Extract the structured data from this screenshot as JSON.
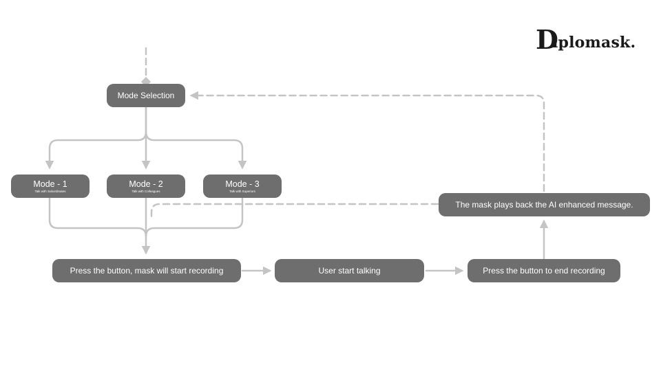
{
  "logo": {
    "initial": "D",
    "rest": "iplomask."
  },
  "nodes": {
    "mode_selection": "Mode Selection",
    "mode1": {
      "title": "Mode - 1",
      "subtitle": "Talk with Subordinates"
    },
    "mode2": {
      "title": "Mode - 2",
      "subtitle": "Talk with Colleagues"
    },
    "mode3": {
      "title": "Mode - 3",
      "subtitle": "Talk with Superiors"
    },
    "start_recording": "Press the button, mask will start recording",
    "user_talking": "User start talking",
    "end_recording": "Press the button to end recording",
    "playback": "The mask plays back the AI enhanced message."
  },
  "colors": {
    "node": "#6e6e6e",
    "connector": "#c4c4c4",
    "text": "#ffffff",
    "logo": "#1a1a1a"
  }
}
